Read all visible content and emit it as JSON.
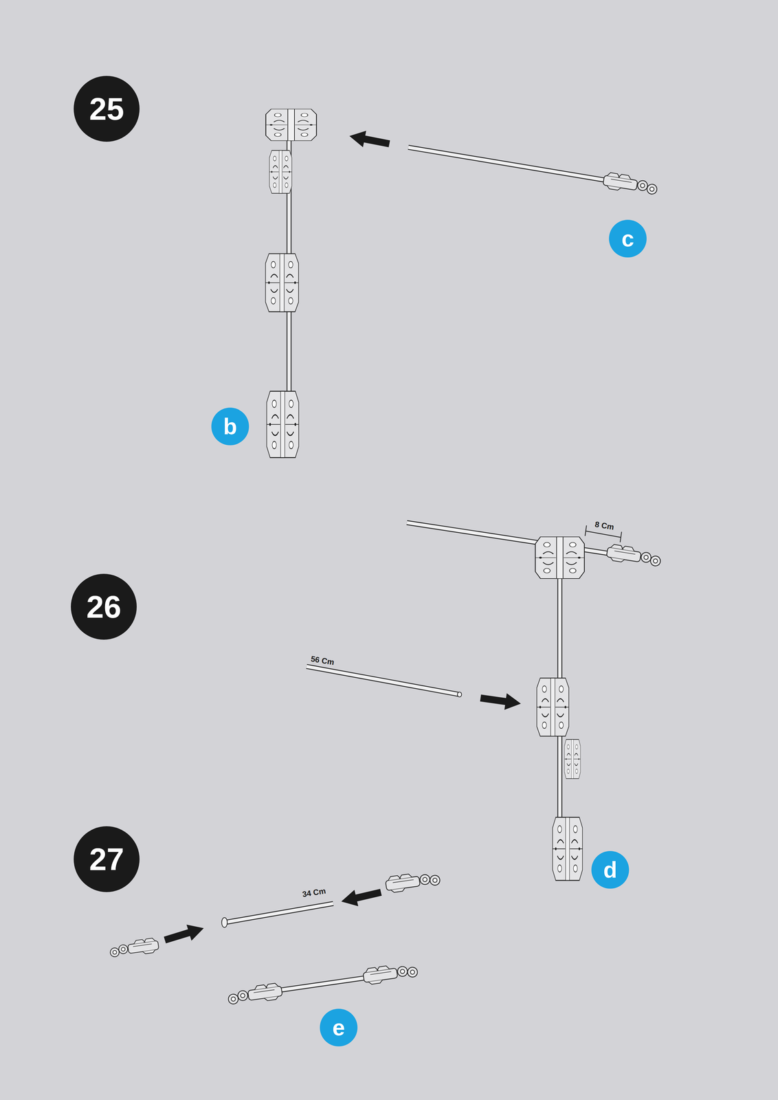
{
  "diagram": {
    "nodes": [
      {
        "text": [
          "25"
        ]
      },
      {
        "text": [
          "c"
        ]
      },
      {
        "text": [
          "b"
        ]
      },
      {
        "text": [
          "26"
        ]
      },
      {
        "text": [
          "27"
        ]
      },
      {
        "text": [
          "d"
        ]
      },
      {
        "text": [
          "e"
        ]
      }
    ],
    "labels": [
      "8 Cm",
      "56 Cm",
      "34 Cm"
    ]
  }
}
